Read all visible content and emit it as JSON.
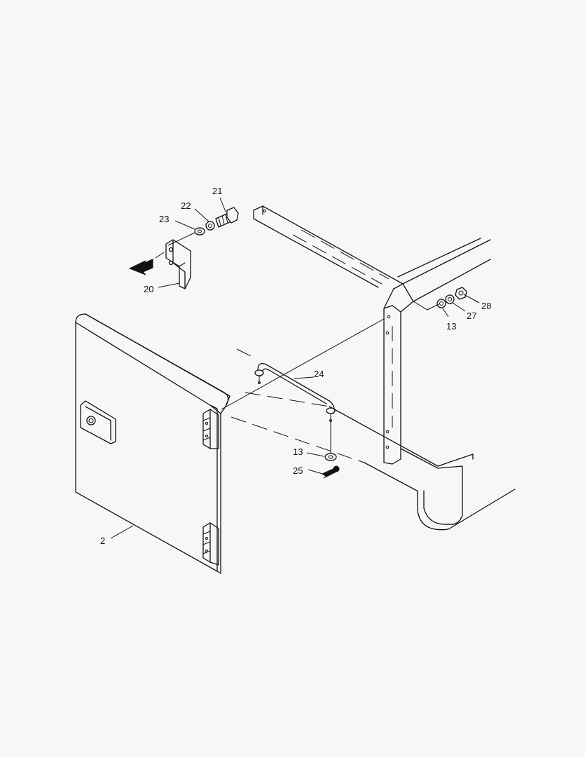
{
  "callouts": {
    "c2": "2",
    "c13a": "13",
    "c13b": "13",
    "c20": "20",
    "c21": "21",
    "c22": "22",
    "c23": "23",
    "c24": "24",
    "c25": "25",
    "c27": "27",
    "c28": "28"
  },
  "colors": {
    "background": "#f7f7f7",
    "ink": "#111111"
  }
}
